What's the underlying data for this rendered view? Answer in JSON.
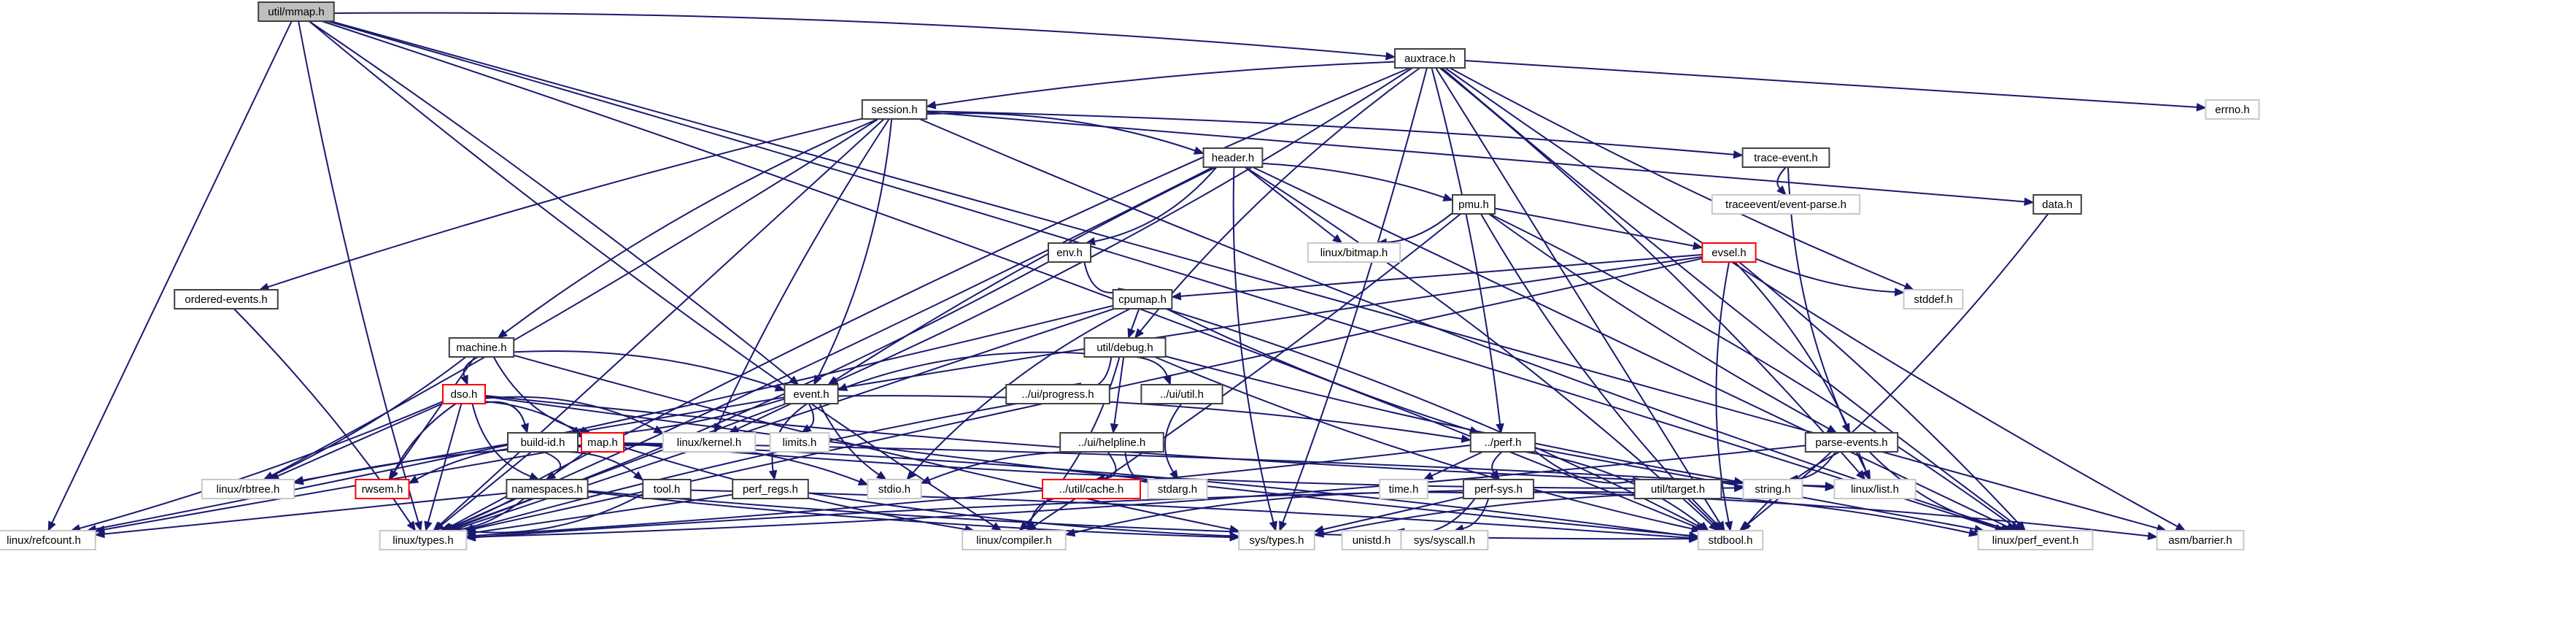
{
  "title": "util/mmap.h include dependency graph",
  "colors": {
    "edge": "#191970",
    "root_fill": "#bfbfbf",
    "documented_border": "#404040",
    "external_border": "#c8c8c8",
    "incomplete_border": "#ff0000"
  },
  "nodes": [
    {
      "id": "mmap",
      "label": "util/mmap.h",
      "kind": "root"
    },
    {
      "id": "auxtrace",
      "label": "auxtrace.h",
      "kind": "documented"
    },
    {
      "id": "session",
      "label": "session.h",
      "kind": "documented"
    },
    {
      "id": "header",
      "label": "header.h",
      "kind": "documented"
    },
    {
      "id": "traceevent",
      "label": "trace-event.h",
      "kind": "documented"
    },
    {
      "id": "eventparse",
      "label": "traceevent/event-parse.h",
      "kind": "external"
    },
    {
      "id": "data",
      "label": "data.h",
      "kind": "documented"
    },
    {
      "id": "errno",
      "label": "errno.h",
      "kind": "external"
    },
    {
      "id": "pmu",
      "label": "pmu.h",
      "kind": "documented"
    },
    {
      "id": "bitmap",
      "label": "linux/bitmap.h",
      "kind": "external"
    },
    {
      "id": "evsel",
      "label": "evsel.h",
      "kind": "incomplete"
    },
    {
      "id": "stddef",
      "label": "stddef.h",
      "kind": "external"
    },
    {
      "id": "env",
      "label": "env.h",
      "kind": "documented"
    },
    {
      "id": "ordered",
      "label": "ordered-events.h",
      "kind": "documented"
    },
    {
      "id": "cpumap",
      "label": "cpumap.h",
      "kind": "documented"
    },
    {
      "id": "machine",
      "label": "machine.h",
      "kind": "documented"
    },
    {
      "id": "debug",
      "label": "util/debug.h",
      "kind": "documented"
    },
    {
      "id": "event",
      "label": "event.h",
      "kind": "documented"
    },
    {
      "id": "progress",
      "label": "../ui/progress.h",
      "kind": "documented"
    },
    {
      "id": "uiutil",
      "label": "../ui/util.h",
      "kind": "documented"
    },
    {
      "id": "dso",
      "label": "dso.h",
      "kind": "incomplete"
    },
    {
      "id": "limits",
      "label": "limits.h",
      "kind": "external"
    },
    {
      "id": "kernel",
      "label": "linux/kernel.h",
      "kind": "external"
    },
    {
      "id": "buildid",
      "label": "build-id.h",
      "kind": "documented"
    },
    {
      "id": "map",
      "label": "map.h",
      "kind": "incomplete"
    },
    {
      "id": "perf",
      "label": "../perf.h",
      "kind": "documented"
    },
    {
      "id": "helpline",
      "label": "../ui/helpline.h",
      "kind": "documented"
    },
    {
      "id": "parseevents",
      "label": "parse-events.h",
      "kind": "documented"
    },
    {
      "id": "rbtree",
      "label": "linux/rbtree.h",
      "kind": "external"
    },
    {
      "id": "rwsem",
      "label": "rwsem.h",
      "kind": "incomplete"
    },
    {
      "id": "namespaces",
      "label": "namespaces.h",
      "kind": "documented"
    },
    {
      "id": "tool",
      "label": "tool.h",
      "kind": "documented"
    },
    {
      "id": "perfregs",
      "label": "perf_regs.h",
      "kind": "documented"
    },
    {
      "id": "stdio",
      "label": "stdio.h",
      "kind": "external"
    },
    {
      "id": "cache",
      "label": "../util/cache.h",
      "kind": "incomplete"
    },
    {
      "id": "stdarg",
      "label": "stdarg.h",
      "kind": "external"
    },
    {
      "id": "time",
      "label": "time.h",
      "kind": "external"
    },
    {
      "id": "perfsys",
      "label": "perf-sys.h",
      "kind": "documented"
    },
    {
      "id": "target",
      "label": "util/target.h",
      "kind": "documented"
    },
    {
      "id": "string",
      "label": "string.h",
      "kind": "external"
    },
    {
      "id": "list",
      "label": "linux/list.h",
      "kind": "external"
    },
    {
      "id": "refcount",
      "label": "linux/refcount.h",
      "kind": "external"
    },
    {
      "id": "types",
      "label": "linux/types.h",
      "kind": "external"
    },
    {
      "id": "compiler",
      "label": "linux/compiler.h",
      "kind": "external"
    },
    {
      "id": "systypes",
      "label": "sys/types.h",
      "kind": "external"
    },
    {
      "id": "unistd",
      "label": "unistd.h",
      "kind": "external"
    },
    {
      "id": "syscall",
      "label": "sys/syscall.h",
      "kind": "external"
    },
    {
      "id": "stdbool",
      "label": "stdbool.h",
      "kind": "external"
    },
    {
      "id": "perfevent",
      "label": "linux/perf_event.h",
      "kind": "external"
    },
    {
      "id": "barrier",
      "label": "asm/barrier.h",
      "kind": "external"
    }
  ],
  "edges": [
    [
      "mmap",
      "auxtrace"
    ],
    [
      "mmap",
      "event"
    ],
    [
      "mmap",
      "refcount"
    ],
    [
      "mmap",
      "types"
    ],
    [
      "mmap",
      "compiler"
    ],
    [
      "mmap",
      "stdbool"
    ],
    [
      "mmap",
      "perfevent"
    ],
    [
      "mmap",
      "barrier"
    ],
    [
      "auxtrace",
      "session"
    ],
    [
      "auxtrace",
      "debug"
    ],
    [
      "auxtrace",
      "event"
    ],
    [
      "auxtrace",
      "perf"
    ],
    [
      "auxtrace",
      "errno"
    ],
    [
      "auxtrace",
      "stddef"
    ],
    [
      "auxtrace",
      "types"
    ],
    [
      "auxtrace",
      "list"
    ],
    [
      "auxtrace",
      "systypes"
    ],
    [
      "auxtrace",
      "stdbool"
    ],
    [
      "auxtrace",
      "perfevent"
    ],
    [
      "auxtrace",
      "barrier"
    ],
    [
      "session",
      "header"
    ],
    [
      "session",
      "traceevent"
    ],
    [
      "session",
      "data"
    ],
    [
      "session",
      "ordered"
    ],
    [
      "session",
      "machine"
    ],
    [
      "session",
      "event"
    ],
    [
      "session",
      "rbtree"
    ],
    [
      "session",
      "types"
    ],
    [
      "session",
      "kernel"
    ],
    [
      "session",
      "perfevent"
    ],
    [
      "header",
      "env"
    ],
    [
      "header",
      "pmu"
    ],
    [
      "header",
      "bitmap"
    ],
    [
      "header",
      "event"
    ],
    [
      "header",
      "systypes"
    ],
    [
      "header",
      "stdbool"
    ],
    [
      "header",
      "types"
    ],
    [
      "header",
      "perfevent"
    ],
    [
      "traceevent",
      "eventparse"
    ],
    [
      "traceevent",
      "parseevents"
    ],
    [
      "data",
      "stdbool"
    ],
    [
      "pmu",
      "bitmap"
    ],
    [
      "pmu",
      "evsel"
    ],
    [
      "pmu",
      "parseevents"
    ],
    [
      "pmu",
      "stdbool"
    ],
    [
      "pmu",
      "perfevent"
    ],
    [
      "pmu",
      "compiler"
    ],
    [
      "evsel",
      "cpumap"
    ],
    [
      "evsel",
      "stddef"
    ],
    [
      "evsel",
      "stdbool"
    ],
    [
      "evsel",
      "list"
    ],
    [
      "evsel",
      "perfevent"
    ],
    [
      "evsel",
      "types"
    ],
    [
      "evsel",
      "rbtree"
    ],
    [
      "env",
      "cpumap"
    ],
    [
      "env",
      "types"
    ],
    [
      "ordered",
      "types"
    ],
    [
      "cpumap",
      "debug"
    ],
    [
      "cpumap",
      "perf"
    ],
    [
      "cpumap",
      "stdio"
    ],
    [
      "cpumap",
      "stdbool"
    ],
    [
      "cpumap",
      "refcount"
    ],
    [
      "cpumap",
      "types"
    ],
    [
      "machine",
      "dso"
    ],
    [
      "machine",
      "map"
    ],
    [
      "machine",
      "event"
    ],
    [
      "machine",
      "rbtree"
    ],
    [
      "machine",
      "rwsem"
    ],
    [
      "machine",
      "systypes"
    ],
    [
      "debug",
      "event"
    ],
    [
      "debug",
      "progress"
    ],
    [
      "debug",
      "uiutil"
    ],
    [
      "debug",
      "helpline"
    ],
    [
      "debug",
      "string"
    ],
    [
      "debug",
      "stdbool"
    ],
    [
      "debug",
      "compiler"
    ],
    [
      "event",
      "limits"
    ],
    [
      "event",
      "kernel"
    ],
    [
      "event",
      "stdio"
    ],
    [
      "event",
      "perfregs"
    ],
    [
      "event",
      "perf"
    ],
    [
      "event",
      "buildid"
    ],
    [
      "event",
      "types"
    ],
    [
      "progress",
      "types"
    ],
    [
      "uiutil",
      "stdarg"
    ],
    [
      "dso",
      "buildid"
    ],
    [
      "dso",
      "map"
    ],
    [
      "dso",
      "rbtree"
    ],
    [
      "dso",
      "rwsem"
    ],
    [
      "dso",
      "namespaces"
    ],
    [
      "dso",
      "kernel"
    ],
    [
      "dso",
      "refcount"
    ],
    [
      "dso",
      "types"
    ],
    [
      "dso",
      "stdbool"
    ],
    [
      "dso",
      "list"
    ],
    [
      "buildid",
      "namespaces"
    ],
    [
      "buildid",
      "tool"
    ],
    [
      "buildid",
      "types"
    ],
    [
      "map",
      "rbtree"
    ],
    [
      "map",
      "rwsem"
    ],
    [
      "map",
      "stdio"
    ],
    [
      "map",
      "types"
    ],
    [
      "map",
      "refcount"
    ],
    [
      "map",
      "compiler"
    ],
    [
      "map",
      "string"
    ],
    [
      "map",
      "stdbool"
    ],
    [
      "map",
      "list"
    ],
    [
      "perf",
      "time"
    ],
    [
      "perf",
      "perfsys"
    ],
    [
      "perf",
      "target"
    ],
    [
      "perf",
      "stdbool"
    ],
    [
      "perf",
      "types"
    ],
    [
      "perf",
      "perfevent"
    ],
    [
      "helpline",
      "stdio"
    ],
    [
      "helpline",
      "stdarg"
    ],
    [
      "helpline",
      "cache"
    ],
    [
      "parseevents",
      "string"
    ],
    [
      "parseevents",
      "list"
    ],
    [
      "parseevents",
      "stdbool"
    ],
    [
      "parseevents",
      "perfevent"
    ],
    [
      "parseevents",
      "types"
    ],
    [
      "namespaces",
      "types"
    ],
    [
      "namespaces",
      "refcount"
    ],
    [
      "namespaces",
      "systypes"
    ],
    [
      "namespaces",
      "stdbool"
    ],
    [
      "tool",
      "types"
    ],
    [
      "tool",
      "stdbool"
    ],
    [
      "perfregs",
      "types"
    ],
    [
      "perfregs",
      "systypes"
    ],
    [
      "cache",
      "compiler"
    ],
    [
      "perfsys",
      "unistd"
    ],
    [
      "perfsys",
      "syscall"
    ],
    [
      "perfsys",
      "systypes"
    ],
    [
      "perfsys",
      "types"
    ],
    [
      "perfsys",
      "compiler"
    ],
    [
      "perfsys",
      "perfevent"
    ],
    [
      "perfsys",
      "barrier"
    ],
    [
      "target",
      "stdbool"
    ],
    [
      "target",
      "systypes"
    ]
  ]
}
